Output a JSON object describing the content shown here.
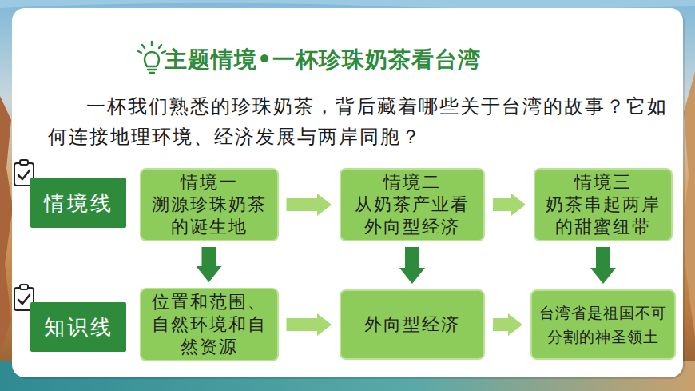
{
  "diagram": {
    "title": "主题情境•一杯珍珠奶茶看台湾",
    "nodes": [
      {
        "text": [
          "情境线"
        ]
      },
      {
        "text": [
          "情境一",
          "溯源珍珠奶茶 的诞生地"
        ]
      },
      {
        "text": [
          "情境二",
          "从奶茶产业看 外向型经济"
        ]
      },
      {
        "text": [
          "情境三",
          "奶茶串起两岸 的甜蜜纽带"
        ]
      },
      {
        "text": [
          "知识线"
        ]
      },
      {
        "text": [
          "位置和范围、 自然环境和自 然资源"
        ]
      },
      {
        "text": [
          "外向型经济"
        ]
      },
      {
        "text": [
          "台湾省是祖国不可 分割的神圣领土"
        ]
      }
    ],
    "edges": [
      {
        "from": 1,
        "to": 2,
        "arrow": "to"
      },
      {
        "from": 2,
        "to": 3,
        "arrow": "to"
      },
      {
        "from": 1,
        "to": 5,
        "arrow": "to"
      },
      {
        "from": 2,
        "to": 6,
        "arrow": "to"
      },
      {
        "from": 3,
        "to": 7,
        "arrow": "to"
      },
      {
        "from": 5,
        "to": 6,
        "arrow": "to"
      },
      {
        "from": 6,
        "to": 7,
        "arrow": "to"
      }
    ],
    "labels": [
      "一杯我们熟悉的珍珠奶茶，背后藏着哪些关于台湾的故事？它如何连接地理环境、经济发展与两岸同胞？"
    ]
  }
}
